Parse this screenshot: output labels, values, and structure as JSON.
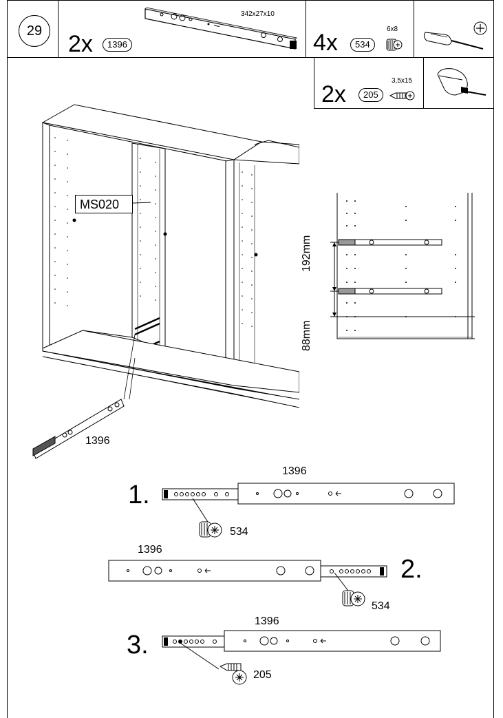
{
  "header": {
    "step_number": "29",
    "rail_qty": "2x",
    "rail_part": "1396",
    "rail_dims": "342x27x10",
    "screw_qty": "4x",
    "screw_part": "534",
    "screw_dims": "6x8",
    "tool": "screwdriver-icon",
    "small_screw_qty": "2x",
    "small_screw_part": "205",
    "small_screw_dims": "3,5x15",
    "tool2": "clip-drill-icon"
  },
  "main": {
    "part_label": "MS020",
    "rail_callout": "1396",
    "dim_upper": "192mm",
    "dim_lower": "88mm"
  },
  "steps": [
    {
      "num": "1.",
      "part": "1396",
      "screw": "534"
    },
    {
      "num": "2.",
      "part": "1396",
      "screw": "534"
    },
    {
      "num": "3.",
      "part": "1396",
      "screw": "205"
    }
  ]
}
